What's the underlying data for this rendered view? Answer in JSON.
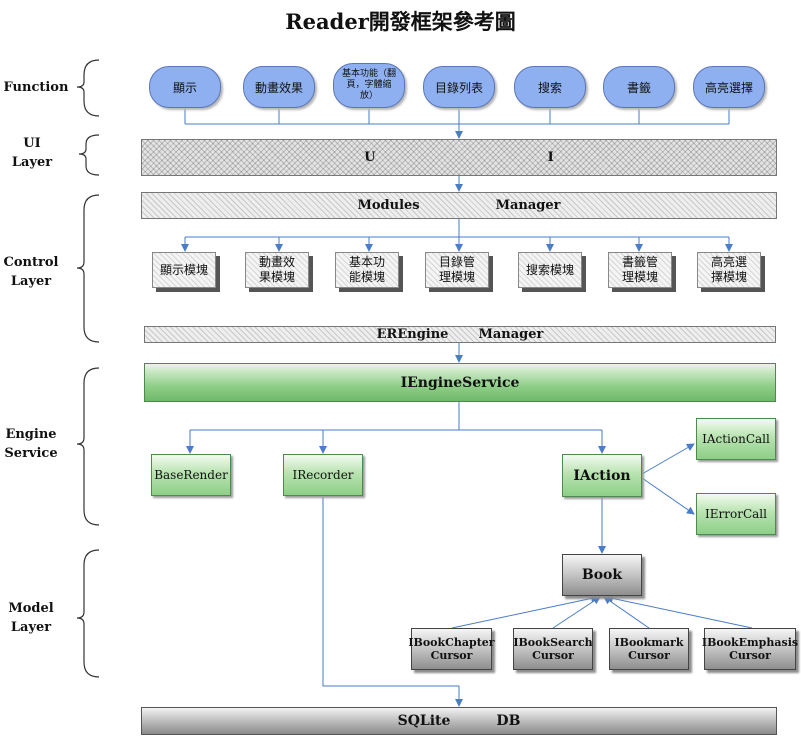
{
  "title": "Reader開發框架參考圖",
  "layers": [
    {
      "key": "function",
      "label": "Function"
    },
    {
      "key": "ui",
      "label": "UI Layer"
    },
    {
      "key": "control",
      "label": "Control Layer"
    },
    {
      "key": "engine",
      "label": "Engine Service"
    },
    {
      "key": "model",
      "label": "Model Layer"
    }
  ],
  "functions": [
    {
      "label": "顯示",
      "small": false
    },
    {
      "label": "動畫效果",
      "small": false
    },
    {
      "label": "基本功能（翻頁，字體縮放）",
      "small": true
    },
    {
      "label": "目錄列表",
      "small": false
    },
    {
      "label": "搜索",
      "small": false
    },
    {
      "label": "書籤",
      "small": false
    },
    {
      "label": "高亮選擇",
      "small": false
    }
  ],
  "ui_bar": {
    "left": "U",
    "right": "I"
  },
  "modules_manager": {
    "left": "Modules",
    "right": "Manager"
  },
  "modules": [
    "顯示模塊",
    "動畫效果模塊",
    "基本功能模塊",
    "目錄管理模塊",
    "搜索模塊",
    "書籤管理模塊",
    "高亮選擇模塊"
  ],
  "erengine_manager": {
    "left": "EREngine",
    "right": "Manager"
  },
  "engine_service": "IEngineService",
  "services": {
    "base_render": "BaseRender",
    "recorder": "IRecorder",
    "action": "IAction",
    "action_call": "IActionCall",
    "error_call": "IErrorCall"
  },
  "book": "Book",
  "cursors": [
    "IBookChapter Cursor",
    "IBookSearch Cursor",
    "IBookmark Cursor",
    "IBookEmphasis Cursor"
  ],
  "db": {
    "left": "SQLite",
    "right": "DB"
  },
  "colors": {
    "arrow": "#4a7cc7",
    "oval_fill": "#8fb0f0",
    "green": "#8dcf88",
    "grey": "#9a9a9a"
  }
}
